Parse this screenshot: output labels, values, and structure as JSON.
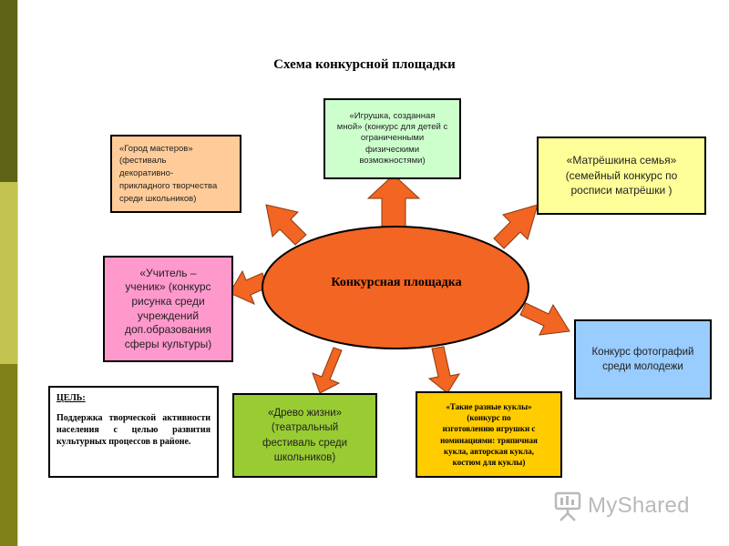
{
  "title": "Схема конкурсной площадки",
  "center": {
    "label": "Конкурсная площадка"
  },
  "nodes": {
    "top": "«Игрушка, созданная\nмной» (конкурс для детей с\nограниченными\nфизическими\nвозможностями)",
    "top_left": "«Город мастеров»\n(фестиваль\nдекоративно-\nприкладного творчества\nсреди школьников)",
    "top_right": "«Матрёшкина семья»\n(семейный конкурс по\nросписи матрёшки )",
    "left": "«Учитель –\nученик» (конкурс\nрисунка среди\nучреждений\nдоп.образования\nсферы культуры)",
    "right": "Конкурс фотографий\nсреди молодежи",
    "bottom_left": "«Древо жизни»\n(театральный\nфестиваль среди\nшкольников)",
    "bottom_right": "«Такие разные куклы»\n(конкурс по\nизготовлению игрушки с\nноминациями: тряпичная\nкукла, авторская кукла,\nкостюм для куклы)"
  },
  "goal": {
    "heading": "ЦЕЛЬ:",
    "text": "Поддержка творческой активности населения с целью развития культурных процессов в районе."
  },
  "watermark": {
    "text": "MyShared",
    "icon": "presentation-board-icon"
  },
  "colors": {
    "arrow": "#f26522",
    "ellipse": "#f26522",
    "top": "#ccffcc",
    "top_left": "#ffcc99",
    "top_right": "#ffff99",
    "left": "#ff99cc",
    "right": "#99ccff",
    "bottom_left": "#99cc33",
    "bottom_right": "#ffcc00"
  }
}
